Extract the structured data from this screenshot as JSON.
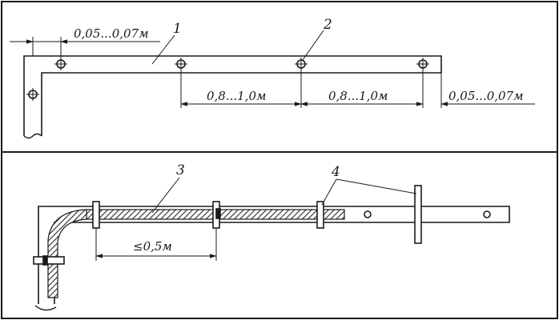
{
  "top_drawing": {
    "dim_end_offset_left": "0,05...0,07м",
    "dim_spacing_1": "0,8...1,0м",
    "dim_spacing_2": "0,8...1,0м",
    "dim_end_offset_right": "0,05...0,07м",
    "callout_bar": "1",
    "callout_fastener": "2"
  },
  "bottom_drawing": {
    "dim_clamp_spacing": "≤0,5м",
    "callout_cable": "3",
    "callout_clamp": "4"
  },
  "colors": {
    "line": "#1a1a1a",
    "cable_hatch": "#2a2a2a",
    "frame": "#1a1a1a"
  }
}
